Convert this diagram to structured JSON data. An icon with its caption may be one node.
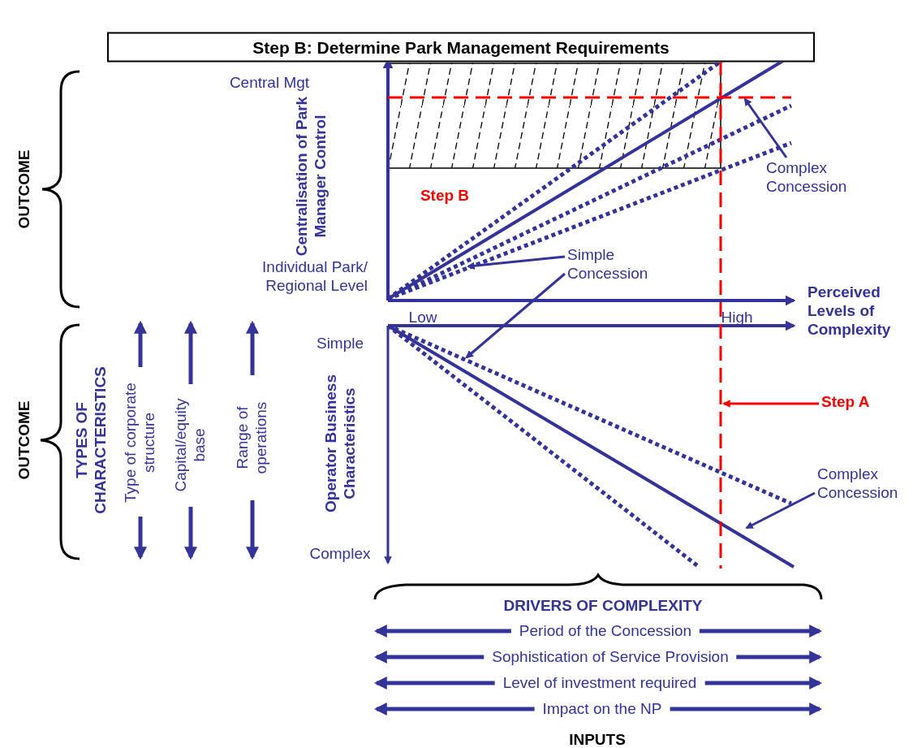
{
  "diagram": {
    "title": "Step B: Determine Park Management Requirements",
    "nodes": [
      {
        "text": [
          "Complex Concession"
        ]
      },
      {
        "text": [
          "Simple Concession"
        ]
      },
      {
        "text": [
          "Step A"
        ]
      },
      {
        "text": [
          "Complex Concession"
        ]
      }
    ],
    "edges": [
      {
        "from": 0,
        "to": null,
        "arrow": "to"
      },
      {
        "from": 1,
        "to": null,
        "arrow": "to"
      },
      {
        "from": 1,
        "to": null,
        "arrow": "to"
      },
      {
        "from": 2,
        "to": null,
        "arrow": "to",
        "color": "#ff0000"
      },
      {
        "from": 3,
        "to": null,
        "arrow": "to"
      }
    ],
    "labels": [
      "OUTCOME",
      "Central Mgt",
      "Centralisation of Park Manager Control",
      "Step B",
      "Individual Park/ Regional Level",
      "Low",
      "High",
      "Perceived Levels of Complexity",
      "OUTCOME",
      "TYPES OF CHARACTERISTICS",
      "Type of corporate structure",
      "Capital/equity base",
      "Range of operations",
      "Simple",
      "Operator Business Characteristics",
      "Complex",
      "DRIVERS OF COMPLEXITY",
      "Period of the Concession",
      "Sophistication of Service Provision",
      "Level of investment required",
      "Impact on the NP",
      "INPUTS"
    ]
  }
}
